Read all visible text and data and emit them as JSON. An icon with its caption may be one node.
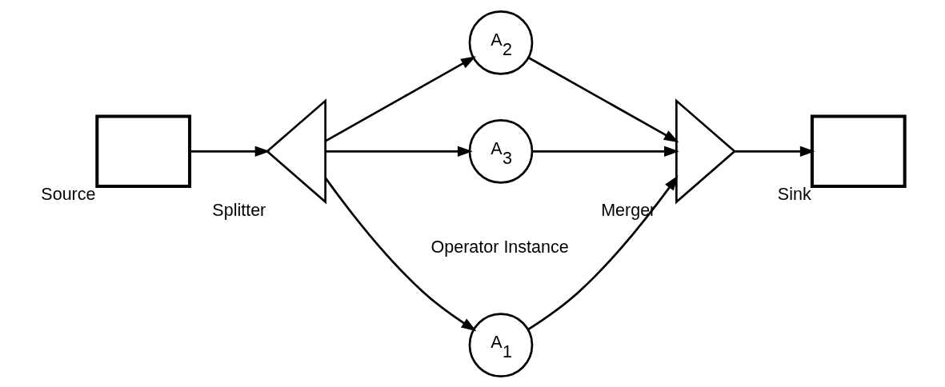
{
  "diagram": {
    "nodes": [
      {
        "text": [
          "Source"
        ]
      },
      {
        "text": [
          "Splitter"
        ]
      },
      {
        "text": [
          "A$_{1}$"
        ]
      },
      {
        "text": [
          "A$_{2}$"
        ]
      },
      {
        "text": [
          "A$_{3}$"
        ]
      },
      {
        "text": [
          "Merger"
        ]
      },
      {
        "text": [
          "Sink"
        ]
      }
    ],
    "edges": [
      {
        "from": 0,
        "to": 1,
        "arrow": "to"
      },
      {
        "from": 1,
        "to": 2,
        "arrow": "to"
      },
      {
        "from": 1,
        "to": 3,
        "arrow": "to"
      },
      {
        "from": 1,
        "to": 4,
        "arrow": "to"
      },
      {
        "from": 2,
        "to": 5,
        "arrow": "to"
      },
      {
        "from": 3,
        "to": 5,
        "arrow": "to"
      },
      {
        "from": 4,
        "to": 5,
        "arrow": "to"
      },
      {
        "from": 5,
        "to": 6,
        "arrow": "to"
      }
    ],
    "labels": [
      "Operator Instance"
    ]
  }
}
